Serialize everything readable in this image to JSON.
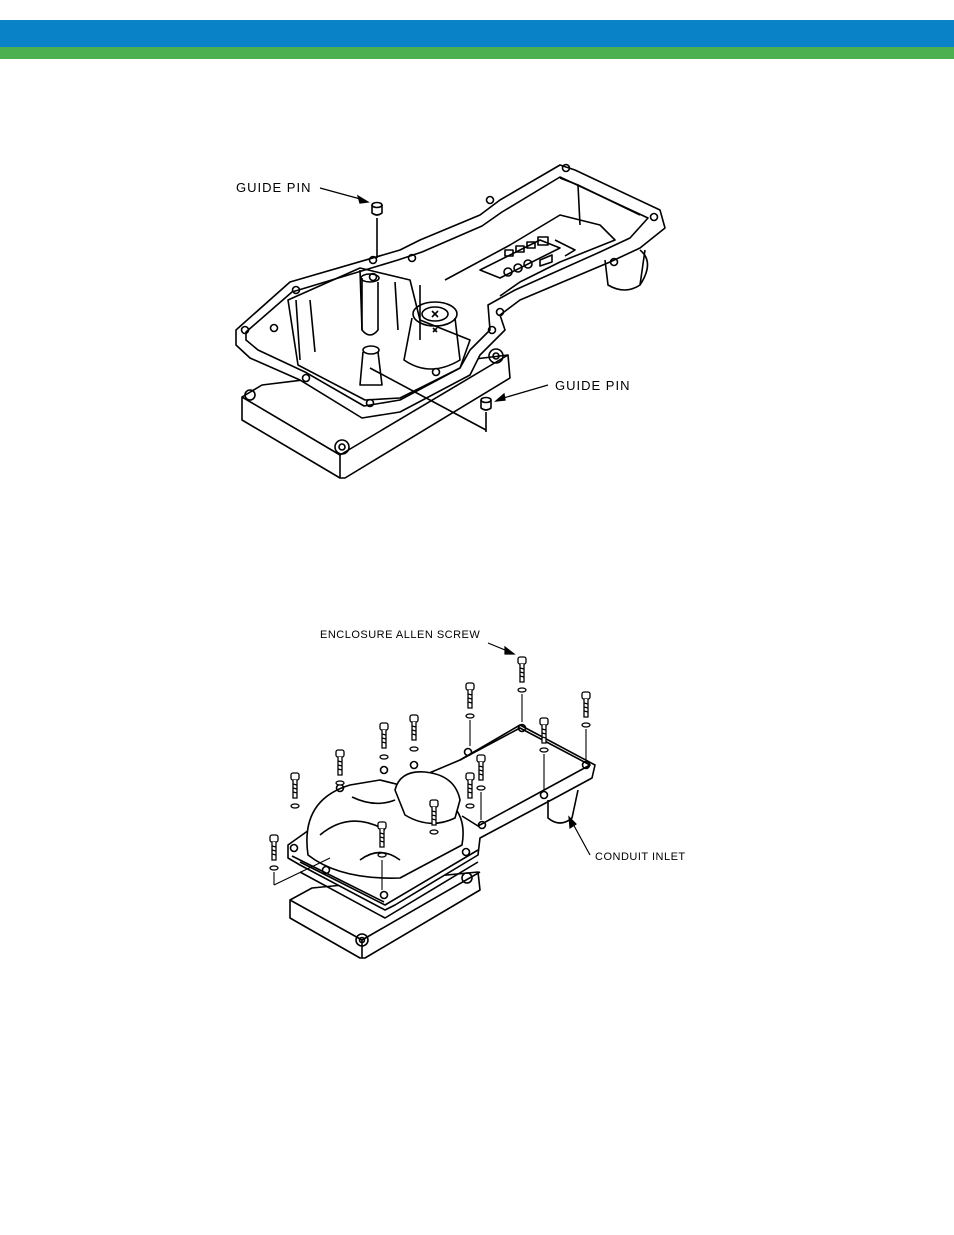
{
  "header": {
    "blue_color": "#0a82c8",
    "green_color": "#4caf50"
  },
  "figure_top": {
    "labels": {
      "guide_pin_1": "GUIDE PIN",
      "guide_pin_2": "GUIDE PIN"
    }
  },
  "figure_bottom": {
    "labels": {
      "screw": "ENCLOSURE ALLEN SCREW",
      "conduit": "CONDUIT INLET"
    }
  }
}
